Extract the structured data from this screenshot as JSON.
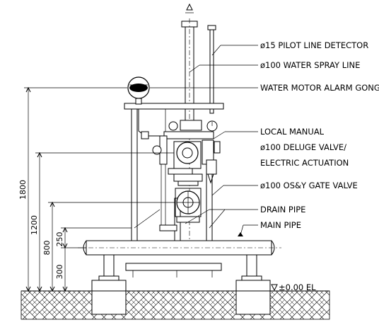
{
  "labels": {
    "pilot_line": "ø15 PILOT LINE DETECTOR",
    "spray_line": "ø100 WATER SPRAY LINE",
    "alarm_gong": "WATER MOTOR ALARM GONG",
    "local_manual": "LOCAL MANUAL",
    "deluge_valve": "ø100 DELUGE VALVE/",
    "electric_actuation": "ELECTRIC ACTUATION",
    "gate_valve": "ø100 OS&Y GATE VALVE",
    "drain_pipe": "DRAIN PIPE",
    "main_pipe": "MAIN PIPE",
    "elevation": "±0.00 EL"
  },
  "dimensions": {
    "d1800": "1800",
    "d1200": "1200",
    "d800": "800",
    "d300": "300",
    "d250": "250"
  },
  "colors": {
    "line": "#000000",
    "background": "#ffffff"
  }
}
